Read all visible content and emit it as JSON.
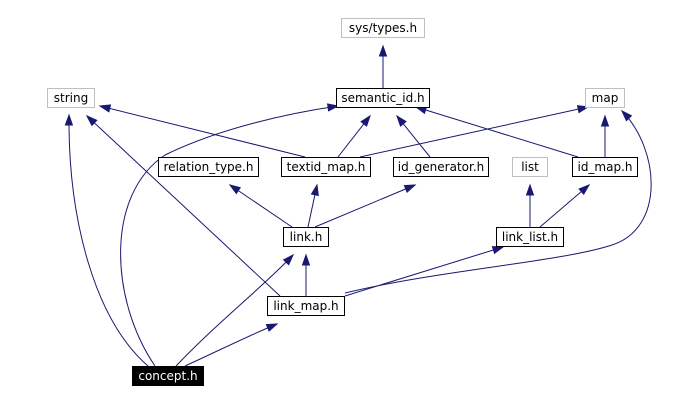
{
  "diagram": {
    "colors": {
      "edge": "#191970",
      "focus_fill": "#000000",
      "focus_text": "#ffffff",
      "system_border": "#bfbfbf",
      "primary_border": "#000000"
    },
    "nodes": {
      "sys_types": {
        "label": "sys/types.h",
        "kind": "system"
      },
      "string": {
        "label": "string",
        "kind": "system"
      },
      "semantic_id": {
        "label": "semantic_id.h",
        "kind": "primary"
      },
      "map": {
        "label": "map",
        "kind": "system"
      },
      "relation_type": {
        "label": "relation_type.h",
        "kind": "primary"
      },
      "textid_map": {
        "label": "textid_map.h",
        "kind": "primary"
      },
      "id_generator": {
        "label": "id_generator.h",
        "kind": "primary"
      },
      "list": {
        "label": "list",
        "kind": "system"
      },
      "id_map": {
        "label": "id_map.h",
        "kind": "primary"
      },
      "link": {
        "label": "link.h",
        "kind": "primary"
      },
      "link_list": {
        "label": "link_list.h",
        "kind": "primary"
      },
      "link_map": {
        "label": "link_map.h",
        "kind": "primary"
      },
      "concept": {
        "label": "concept.h",
        "kind": "focus"
      }
    },
    "edges": [
      {
        "from": "semantic_id",
        "to": "sys_types"
      },
      {
        "from": "concept",
        "to": "string"
      },
      {
        "from": "concept",
        "to": "semantic_id"
      },
      {
        "from": "concept",
        "to": "link"
      },
      {
        "from": "concept",
        "to": "link_map"
      },
      {
        "from": "textid_map",
        "to": "string"
      },
      {
        "from": "textid_map",
        "to": "semantic_id"
      },
      {
        "from": "textid_map",
        "to": "map"
      },
      {
        "from": "id_generator",
        "to": "semantic_id"
      },
      {
        "from": "id_map",
        "to": "semantic_id"
      },
      {
        "from": "id_map",
        "to": "map"
      },
      {
        "from": "link",
        "to": "relation_type"
      },
      {
        "from": "link",
        "to": "textid_map"
      },
      {
        "from": "link",
        "to": "id_generator"
      },
      {
        "from": "link_list",
        "to": "list"
      },
      {
        "from": "link_list",
        "to": "id_map"
      },
      {
        "from": "link_map",
        "to": "string"
      },
      {
        "from": "link_map",
        "to": "link"
      },
      {
        "from": "link_map",
        "to": "link_list"
      },
      {
        "from": "link_map",
        "to": "map"
      }
    ]
  }
}
